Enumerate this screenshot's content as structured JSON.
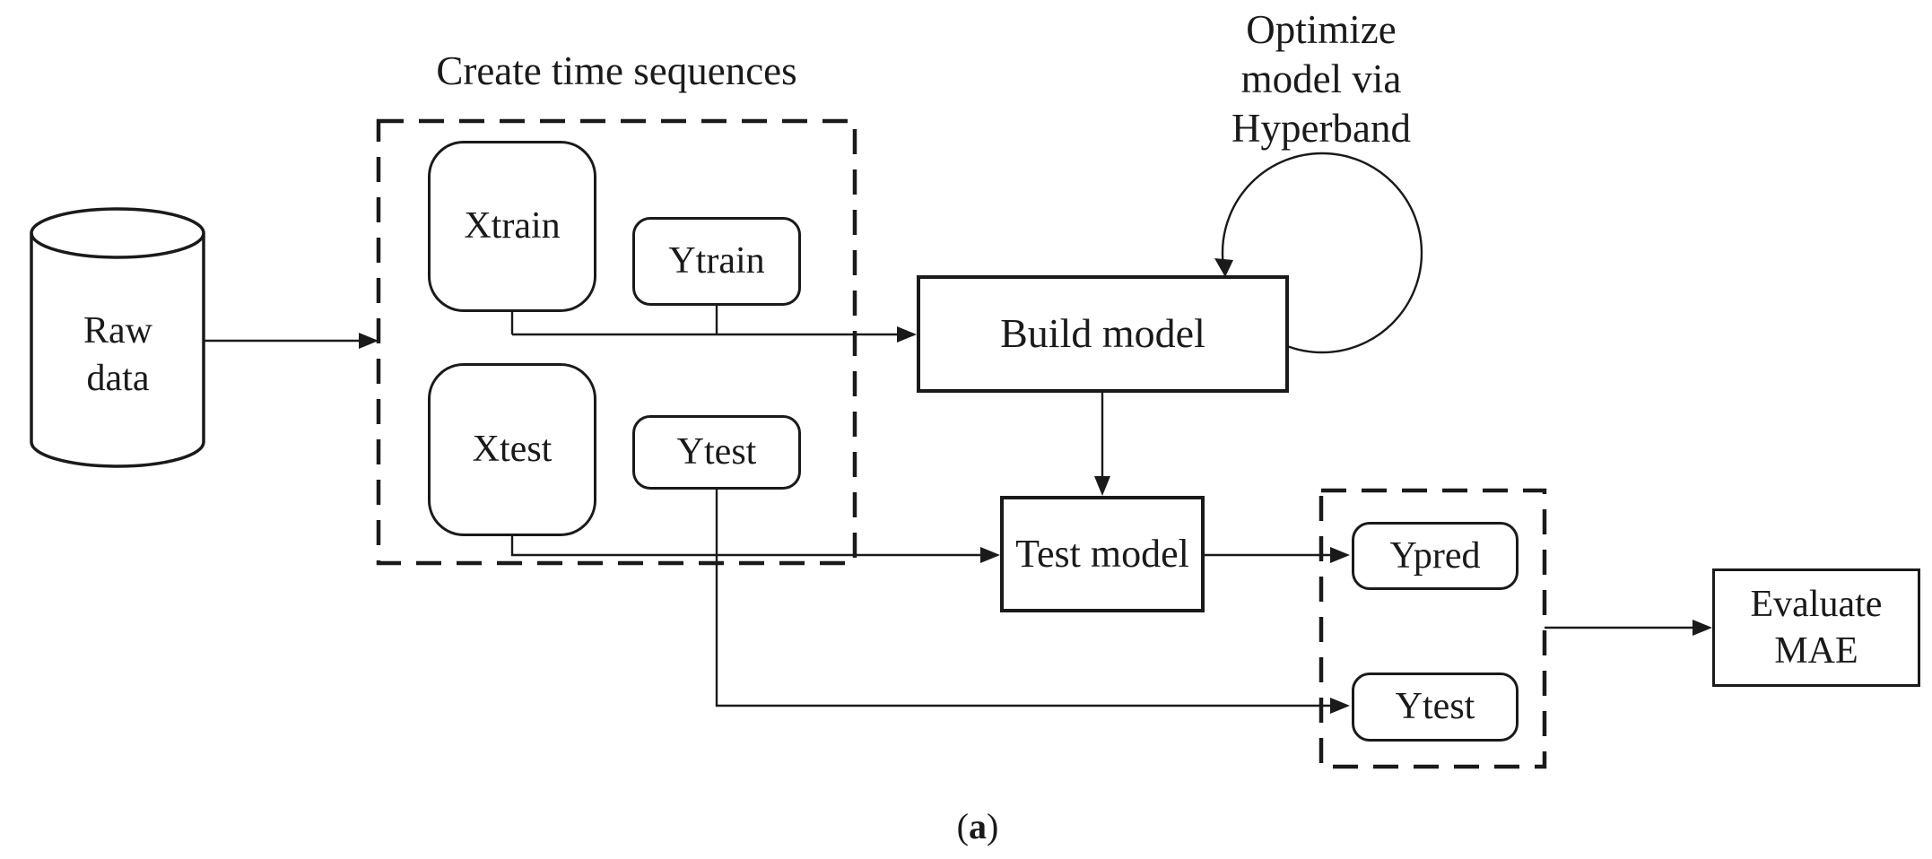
{
  "diagram": {
    "title_caption": {
      "open": "(",
      "letter": "a",
      "close": ")"
    },
    "colors": {
      "stroke": "#1a1a1a",
      "background": "#ffffff"
    },
    "groups": {
      "create_sequences": {
        "label": "Create time sequences"
      },
      "outputs": {
        "label": ""
      }
    },
    "nodes": {
      "raw_data": {
        "shape": "cylinder",
        "line1": "Raw",
        "line2": "data"
      },
      "xtrain": {
        "label": "Xtrain"
      },
      "ytrain": {
        "label": "Ytrain"
      },
      "xtest": {
        "label": "Xtest"
      },
      "ytest_in": {
        "label": "Ytest"
      },
      "build_model": {
        "label": "Build model"
      },
      "test_model": {
        "label": "Test model"
      },
      "ypred": {
        "label": "Ypred"
      },
      "ytest_out": {
        "label": "Ytest"
      },
      "evaluate_mae": {
        "line1": "Evaluate",
        "line2": "MAE"
      }
    },
    "annotations": {
      "hyperband_loop": {
        "line1": "Optimize",
        "line2": "model via",
        "line3": "Hyperband"
      }
    }
  }
}
